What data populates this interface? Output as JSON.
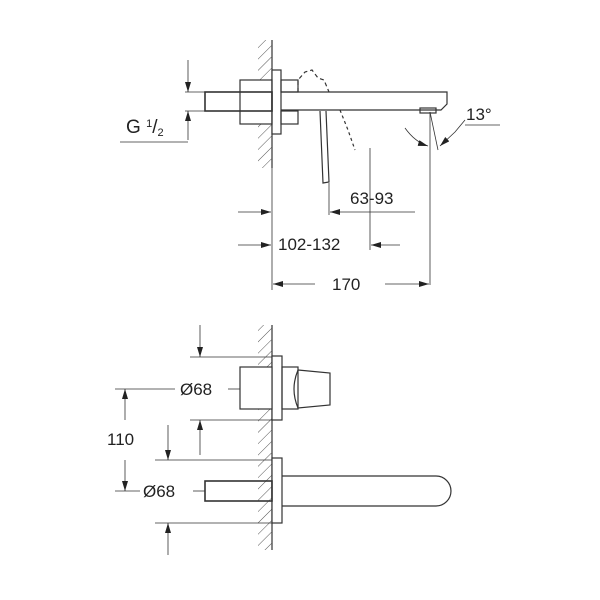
{
  "drawing": {
    "type": "technical-dimension-drawing",
    "subject": "wall-mounted two-hole basin mixer",
    "views": [
      {
        "name": "side-view",
        "labels": {
          "thread": {
            "prefix": "G",
            "num": "1",
            "den": "2"
          },
          "angle": "13°",
          "lever_range": "63-93",
          "projection_range": "102-132",
          "spout_length": "170"
        }
      },
      {
        "name": "front-view",
        "labels": {
          "rosette_top": "Ø68",
          "rosette_bottom": "Ø68",
          "center_distance": "110"
        }
      }
    ],
    "colors": {
      "line": "#333333",
      "background": "#ffffff"
    }
  }
}
